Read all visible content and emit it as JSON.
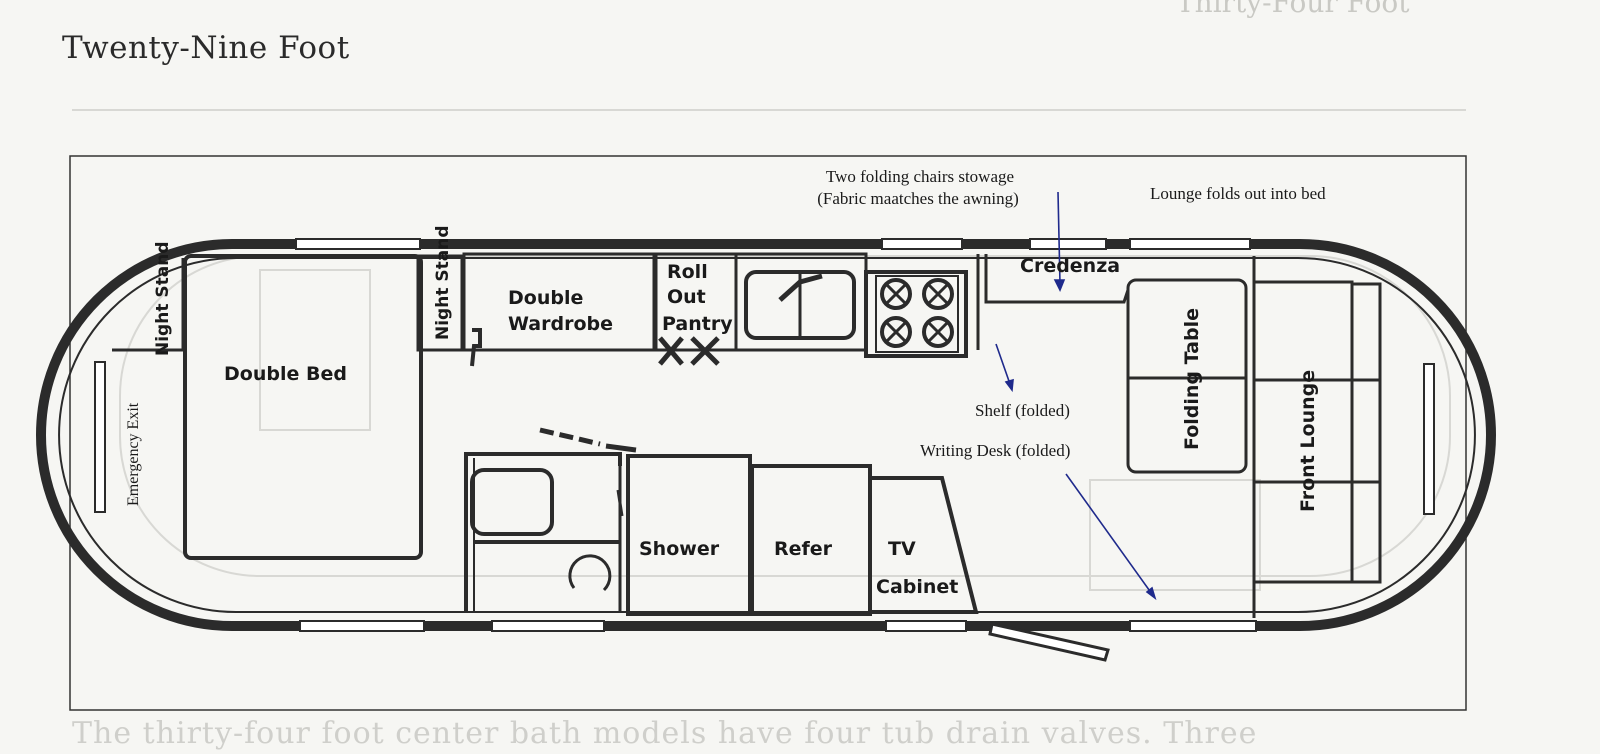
{
  "title": "Twenty-Nine Foot",
  "labels": {
    "night_stand_left": "Night Stand",
    "night_stand_right": "Night Stand",
    "emergency_exit": "Emergency Exit",
    "double_bed": "Double Bed",
    "double_wardrobe_line1": "Double",
    "double_wardrobe_line2": "Wardrobe",
    "roll_out_pantry_line1": "Roll",
    "roll_out_pantry_line2": "Out",
    "roll_out_pantry_line3": "Pantry",
    "credenza": "Credenza",
    "folding_table": "Folding Table",
    "front_lounge": "Front Lounge",
    "shower": "Shower",
    "refer": "Refer",
    "tv_cabinet_line1": "TV",
    "tv_cabinet_line2": "Cabinet"
  },
  "annotations": {
    "chairs_line1": "Two folding chairs stowage",
    "chairs_line2": "(Fabric maatches the awning)",
    "lounge": "Lounge folds out into bed",
    "shelf": "Shelf (folded)",
    "writing_desk": "Writing Desk (folded)"
  },
  "colors": {
    "wall": "#2b2b2b",
    "annotation_arrow": "#1f2a8c",
    "paper": "#f6f6f3"
  }
}
